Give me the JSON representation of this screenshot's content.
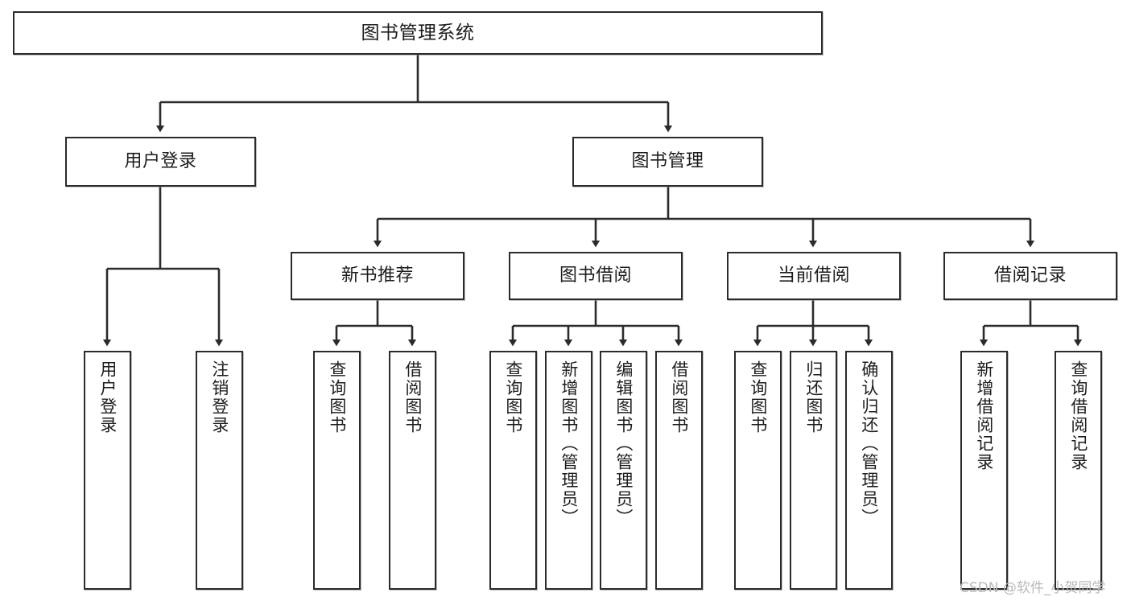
{
  "diagram": {
    "title": "图书管理系统",
    "type": "tree-hierarchy-chart",
    "orientation": "top-down",
    "colors": {
      "node_border": "#2b2b2b",
      "node_fill": "#ffffff",
      "edge": "#2b2b2b",
      "text": "#1d1d1d",
      "watermark": "#b9b9b9",
      "background": "#ffffff"
    }
  },
  "nodes": {
    "root": {
      "label": "图书管理系统"
    },
    "level2": [
      {
        "label": "用户登录"
      },
      {
        "label": "图书管理"
      }
    ],
    "level3": [
      {
        "label": "新书推荐"
      },
      {
        "label": "图书借阅"
      },
      {
        "label": "当前借阅"
      },
      {
        "label": "借阅记录"
      }
    ],
    "leaves_user_login": [
      {
        "label": "用户登录"
      },
      {
        "label": "注销登录"
      }
    ],
    "leaves_new_book": [
      {
        "label": "查询图书"
      },
      {
        "label": "借阅图书"
      }
    ],
    "leaves_borrow": [
      {
        "label": "查询图书"
      },
      {
        "label": "新增图书（管理员）"
      },
      {
        "label": "编辑图书（管理员）"
      },
      {
        "label": "借阅图书"
      }
    ],
    "leaves_current": [
      {
        "label": "查询图书"
      },
      {
        "label": "归还图书"
      },
      {
        "label": "确认归还（管理员）"
      }
    ],
    "leaves_records": [
      {
        "label": "新增借阅记录"
      },
      {
        "label": "查询借阅记录"
      }
    ]
  },
  "watermark": {
    "text": "CSDN @软件_小贺同学"
  }
}
